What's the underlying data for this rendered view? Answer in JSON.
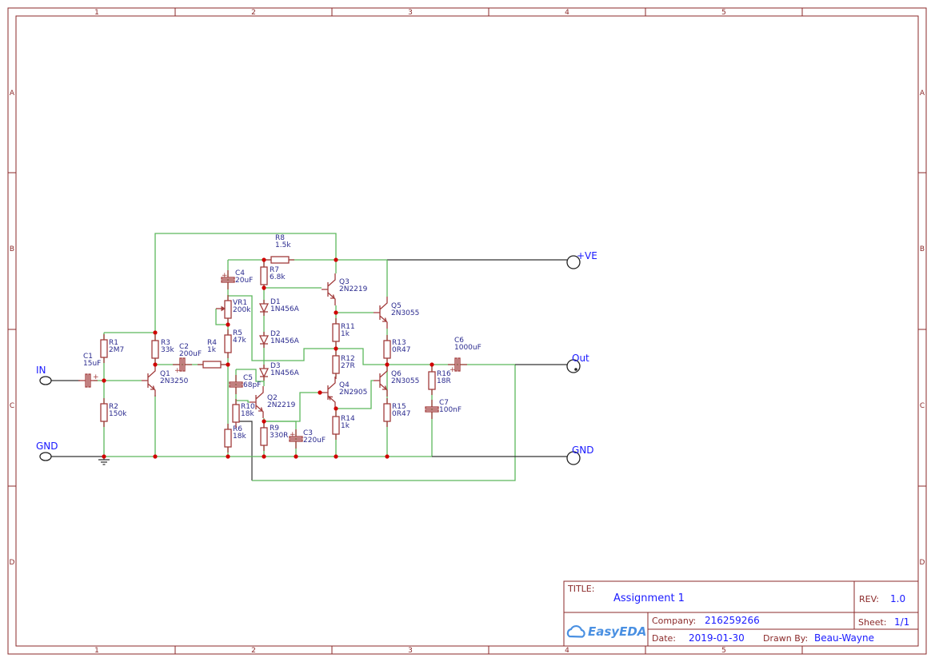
{
  "frame": {
    "columns": [
      "1",
      "2",
      "3",
      "4",
      "5"
    ],
    "rows": [
      "A",
      "B",
      "C",
      "D"
    ]
  },
  "nets": {
    "in": "IN",
    "gnd_left": "GND",
    "vplus": "+VE",
    "out": "Out",
    "gnd_right": "GND"
  },
  "components": [
    {
      "ref": "R1",
      "value": "2M7"
    },
    {
      "ref": "R2",
      "value": "150k"
    },
    {
      "ref": "R3",
      "value": "33k"
    },
    {
      "ref": "R4",
      "value": "1k"
    },
    {
      "ref": "R5",
      "value": "47k"
    },
    {
      "ref": "R6",
      "value": "18k"
    },
    {
      "ref": "R7",
      "value": "6.8k"
    },
    {
      "ref": "R8",
      "value": "1.5k"
    },
    {
      "ref": "R9",
      "value": "330R"
    },
    {
      "ref": "R10",
      "value": "18k"
    },
    {
      "ref": "R11",
      "value": "1k"
    },
    {
      "ref": "R12",
      "value": "27R"
    },
    {
      "ref": "R13",
      "value": "0R47"
    },
    {
      "ref": "R14",
      "value": "1k"
    },
    {
      "ref": "R15",
      "value": "0R47"
    },
    {
      "ref": "R16",
      "value": "18R"
    },
    {
      "ref": "VR1",
      "value": "200k"
    },
    {
      "ref": "C1",
      "value": "15uF"
    },
    {
      "ref": "C2",
      "value": "200uF"
    },
    {
      "ref": "C3",
      "value": "220uF"
    },
    {
      "ref": "C4",
      "value": "20uF"
    },
    {
      "ref": "C5",
      "value": "68pF"
    },
    {
      "ref": "C6",
      "value": "1000uF"
    },
    {
      "ref": "C7",
      "value": "100nF"
    },
    {
      "ref": "D1",
      "value": "1N456A"
    },
    {
      "ref": "D2",
      "value": "1N456A"
    },
    {
      "ref": "D3",
      "value": "1N456A"
    },
    {
      "ref": "Q1",
      "value": "2N3250"
    },
    {
      "ref": "Q2",
      "value": "2N2219"
    },
    {
      "ref": "Q3",
      "value": "2N2219"
    },
    {
      "ref": "Q4",
      "value": "2N2905"
    },
    {
      "ref": "Q5",
      "value": "2N3055"
    },
    {
      "ref": "Q6",
      "value": "2N3055"
    }
  ],
  "title_block": {
    "title_label": "TITLE:",
    "title": "Assignment 1",
    "rev_label": "REV:",
    "rev": "1.0",
    "company_label": "Company:",
    "company": "216259266",
    "sheet_label": "Sheet:",
    "sheet": "1/1",
    "date_label": "Date:",
    "date": "2019-01-30",
    "drawn_by_label": "Drawn By:",
    "drawn_by": "Beau-Wayne",
    "logo": "EasyEDA"
  },
  "colors": {
    "wire": "#5cb85c",
    "component": "#a23b3b",
    "junction": "#d00000",
    "net_label": "#1a1aff",
    "frame": "#8b2a2a"
  }
}
